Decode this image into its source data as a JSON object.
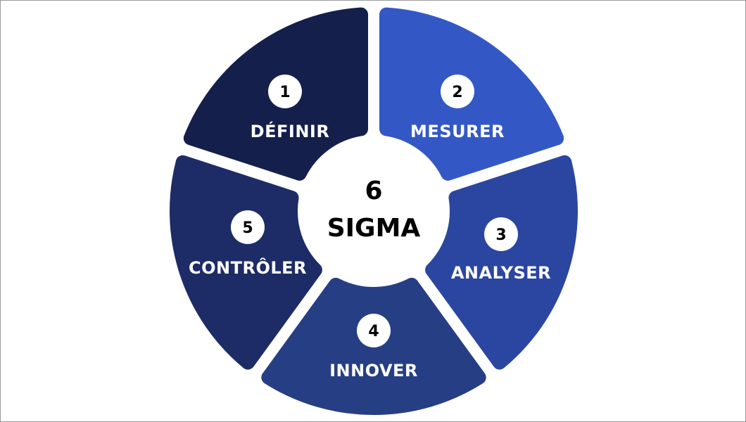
{
  "center": {
    "line1": "6",
    "line2": "SIGMA"
  },
  "segments": [
    {
      "number": "1",
      "label": "DÉFINIR",
      "color": "#141f4c"
    },
    {
      "number": "2",
      "label": "MESURER",
      "color": "#3358c6"
    },
    {
      "number": "3",
      "label": "ANALYSER",
      "color": "#2b46a0"
    },
    {
      "number": "4",
      "label": "INNOVER",
      "color": "#263e84"
    },
    {
      "number": "5",
      "label": "CONTRÔLER",
      "color": "#1d2c66"
    }
  ]
}
